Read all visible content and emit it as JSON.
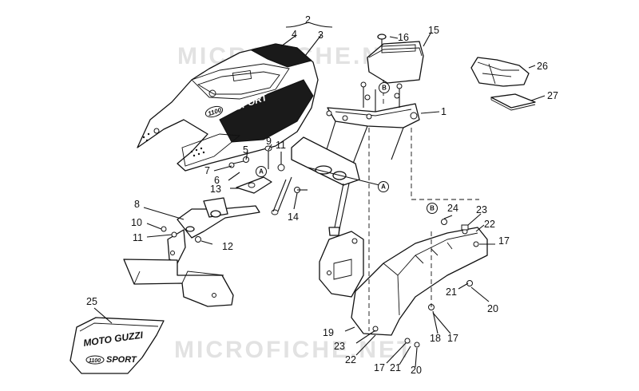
{
  "watermarks": [
    "MICROFICHE.NET",
    "MICROFICHE.NET"
  ],
  "callouts": {
    "c1": "1",
    "c2": "2",
    "c3": "3",
    "c4": "4",
    "c5": "5",
    "c6": "6",
    "c7": "7",
    "c8": "8",
    "c9": "9",
    "c10": "10",
    "c11a": "11",
    "c11b": "11",
    "c12": "12",
    "c13": "13",
    "c14": "14",
    "c15": "15",
    "c16": "16",
    "c17a": "17",
    "c17b": "17",
    "c17c": "17",
    "c18": "18",
    "c19": "19",
    "c20a": "20",
    "c20b": "20",
    "c21a": "21",
    "c21b": "21",
    "c22a": "22",
    "c22b": "22",
    "c23a": "23",
    "c23b": "23",
    "c24": "24",
    "c25": "25",
    "c26": "26",
    "c27": "27"
  },
  "refs": {
    "refA1": "A",
    "refA2": "A",
    "refB1": "B",
    "refB2": "B"
  },
  "decal": {
    "moto_guzzi": "MOTO GUZZI",
    "model": "1100",
    "sport": "SPORT"
  }
}
